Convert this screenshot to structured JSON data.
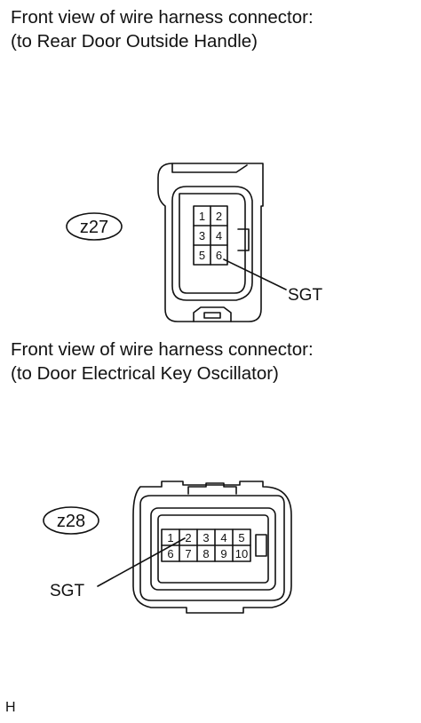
{
  "connector_z27": {
    "caption_line1": "Front view of wire harness connector:",
    "caption_line2": "(to Rear Door Outside Handle)",
    "label": "z27",
    "pins": [
      "1",
      "2",
      "3",
      "4",
      "5",
      "6"
    ],
    "signal": "SGT"
  },
  "connector_z28": {
    "caption_line1": "Front view of wire harness connector:",
    "caption_line2": "(to Door Electrical Key Oscillator)",
    "label": "z28",
    "pins": [
      "1",
      "2",
      "3",
      "4",
      "5",
      "6",
      "7",
      "8",
      "9",
      "10"
    ],
    "signal": "SGT"
  },
  "footer_mark": "H"
}
